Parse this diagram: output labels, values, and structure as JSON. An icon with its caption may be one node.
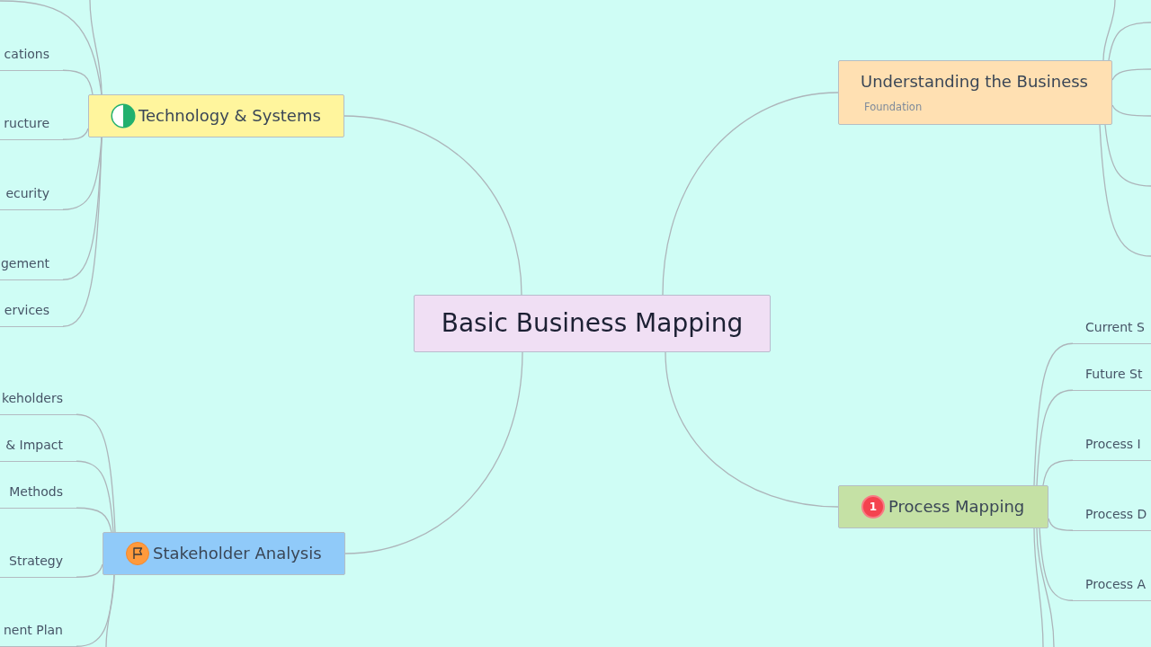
{
  "diagram": {
    "nodes": [
      {
        "text": [
          "Basic Business Mapping"
        ]
      },
      {
        "text": [
          "Technology & Systems"
        ]
      },
      {
        "text": [
          "cations"
        ]
      },
      {
        "text": [
          "ructure"
        ]
      },
      {
        "text": [
          "ecurity"
        ]
      },
      {
        "text": [
          "gement"
        ]
      },
      {
        "text": [
          "ervices"
        ]
      },
      {
        "text": [
          "Stakeholder Analysis"
        ]
      },
      {
        "text": [
          "keholders"
        ]
      },
      {
        "text": [
          "& Impact"
        ]
      },
      {
        "text": [
          "Methods"
        ]
      },
      {
        "text": [
          "Strategy"
        ]
      },
      {
        "text": [
          "nent Plan"
        ]
      },
      {
        "text": [
          "Understanding the Business",
          "Foundation"
        ]
      },
      {
        "text": [
          "1",
          "Process Mapping"
        ]
      },
      {
        "text": [
          "Current S"
        ]
      },
      {
        "text": [
          "Future St"
        ]
      },
      {
        "text": [
          "Process I"
        ]
      },
      {
        "text": [
          "Process D"
        ]
      },
      {
        "text": [
          "Process A"
        ]
      }
    ],
    "edges": [
      {
        "from": 0,
        "to": 1,
        "arrow": "none"
      },
      {
        "from": 0,
        "to": 7,
        "arrow": "none"
      },
      {
        "from": 0,
        "to": 13,
        "arrow": "none"
      },
      {
        "from": 0,
        "to": 14,
        "arrow": "none"
      },
      {
        "from": 1,
        "to": null,
        "arrow": "none"
      },
      {
        "from": 1,
        "to": null,
        "arrow": "none"
      },
      {
        "from": 1,
        "to": 2,
        "arrow": "none"
      },
      {
        "from": 1,
        "to": 3,
        "arrow": "none"
      },
      {
        "from": 1,
        "to": 4,
        "arrow": "none"
      },
      {
        "from": 1,
        "to": 5,
        "arrow": "none"
      },
      {
        "from": 1,
        "to": 6,
        "arrow": "none"
      },
      {
        "from": 7,
        "to": 8,
        "arrow": "none"
      },
      {
        "from": 7,
        "to": 9,
        "arrow": "none"
      },
      {
        "from": 7,
        "to": 10,
        "arrow": "none"
      },
      {
        "from": 7,
        "to": 11,
        "arrow": "none"
      },
      {
        "from": 7,
        "to": 12,
        "arrow": "none"
      },
      {
        "from": 7,
        "to": null,
        "arrow": "none"
      },
      {
        "from": 13,
        "to": null,
        "arrow": "none"
      },
      {
        "from": 13,
        "to": null,
        "arrow": "none"
      },
      {
        "from": 13,
        "to": null,
        "arrow": "none"
      },
      {
        "from": 13,
        "to": null,
        "arrow": "none"
      },
      {
        "from": 13,
        "to": null,
        "arrow": "none"
      },
      {
        "from": 13,
        "to": null,
        "arrow": "none"
      },
      {
        "from": 14,
        "to": 15,
        "arrow": "none"
      },
      {
        "from": 14,
        "to": 16,
        "arrow": "none"
      },
      {
        "from": 14,
        "to": 17,
        "arrow": "none"
      },
      {
        "from": 14,
        "to": 18,
        "arrow": "none"
      },
      {
        "from": 14,
        "to": 19,
        "arrow": "none"
      },
      {
        "from": 14,
        "to": null,
        "arrow": "none"
      },
      {
        "from": 14,
        "to": null,
        "arrow": "none"
      }
    ]
  }
}
